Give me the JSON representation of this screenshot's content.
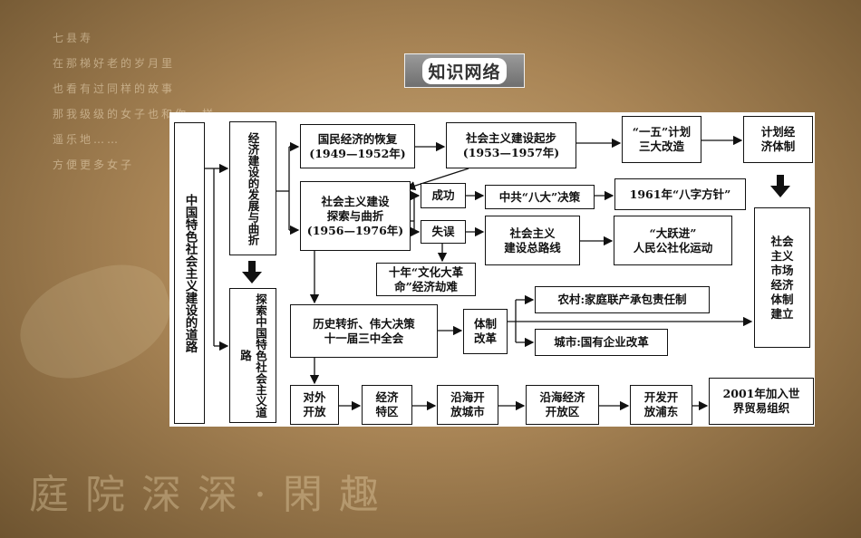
{
  "watermark": {
    "lines": [
      "七县寿",
      "在那梯好老的岁月里",
      "也看有过同样的故事",
      "那我级级的女子也和你一样",
      "遥乐地……",
      "方便更多女子"
    ],
    "seal_text": "庭院深深·閑趣"
  },
  "title": "知识网络",
  "nodes": {
    "root": "中国特色社会主义建设的道路",
    "dev": "经济建设的发展与曲折",
    "explore": "探索中国特色社会主义道路",
    "recover": "国民经济的恢复\n(1949—1952年)",
    "start": "社会主义建设起步\n(1953—1957年)",
    "five": "“一五”计划\n三大改造",
    "plan": "计划经\n济体制",
    "twists": "社会主义建设\n探索与曲折\n(1956—1976年)",
    "success": "成功",
    "eighth": "中共“八大”决策",
    "policy": "1961年“八字方针”",
    "mistake": "失误",
    "general": "社会主义\n建设总路线",
    "leap": "“大跃进”\n人民公社化运动",
    "cultural": "十年“文化大革\n命”经济劫难",
    "market": "社会\n主义\n市场\n经济\n体制\n建立",
    "turn": "历史转折、伟大决策\n十一届三中全会",
    "reform": "体制\n改革",
    "rural": "农村:家庭联产承包责任制",
    "urban": "城市:国有企业改革",
    "open": "对外\n开放",
    "sez": "经济\n特区",
    "coastal": "沿海开\n放城市",
    "zone": "沿海经济\n开放区",
    "pudong": "开发开\n放浦东",
    "wto": "2001年加入世\n界贸易组织"
  }
}
